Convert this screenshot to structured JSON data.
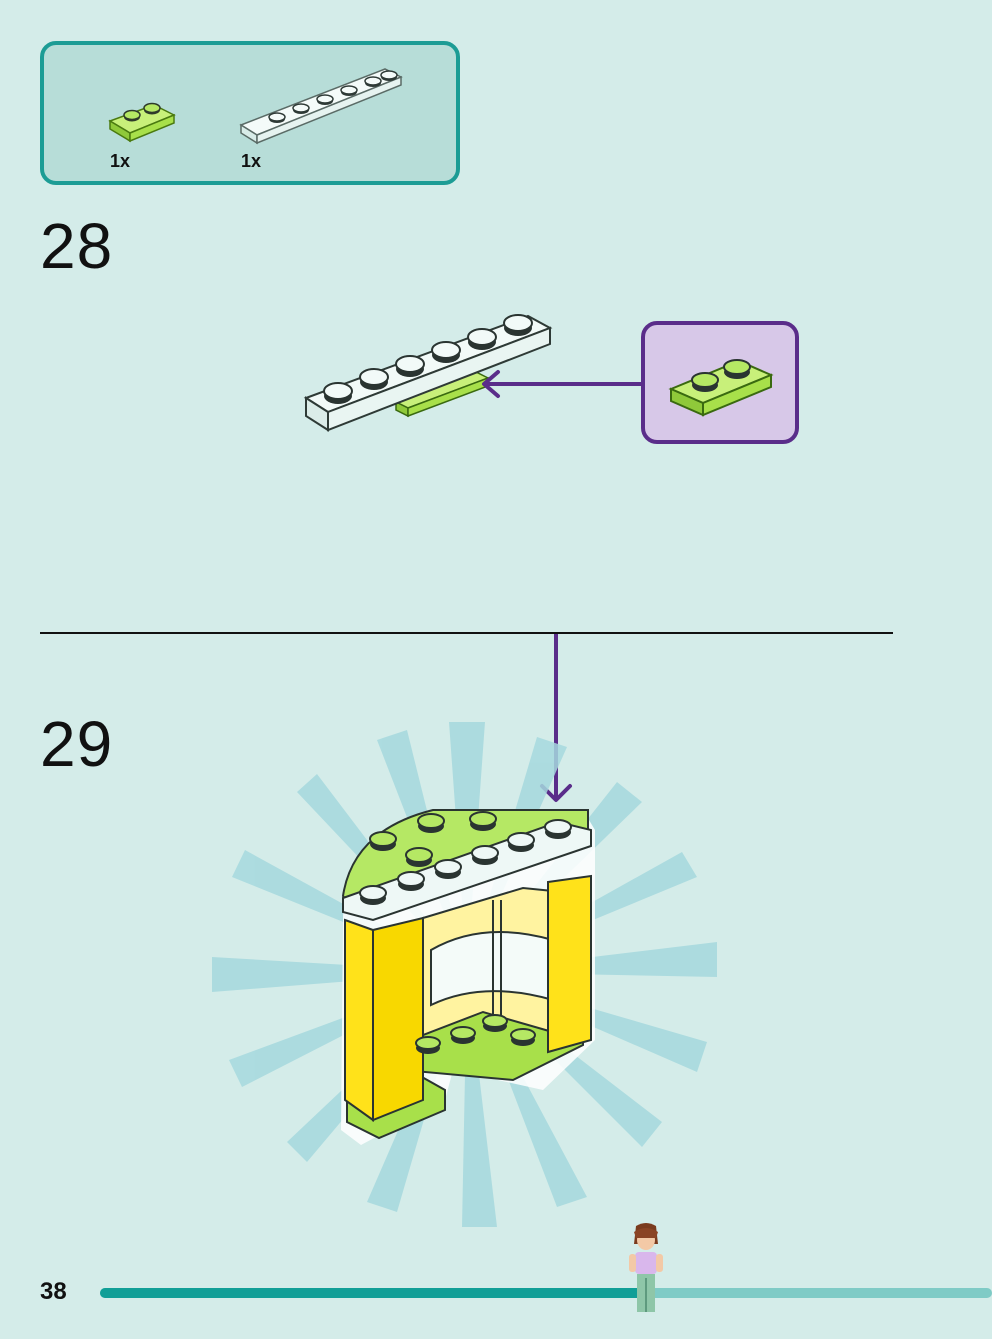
{
  "parts_list": {
    "items": [
      {
        "name": "lime-plate-1x2",
        "quantity": "1x",
        "color": "#a8e04a"
      },
      {
        "name": "white-plate-1x6",
        "quantity": "1x",
        "color": "#e9f5f2"
      }
    ]
  },
  "steps": [
    {
      "number": "28"
    },
    {
      "number": "29"
    }
  ],
  "page": {
    "number": "38",
    "progress": 0.61
  },
  "colors": {
    "background": "#d4ece9",
    "accent_teal": "#1c9c95",
    "arrow_purple": "#5a2d8a",
    "brick_lime": "#a8e04a",
    "brick_yellow": "#ffe21a",
    "brick_white": "#e9f5f2"
  }
}
